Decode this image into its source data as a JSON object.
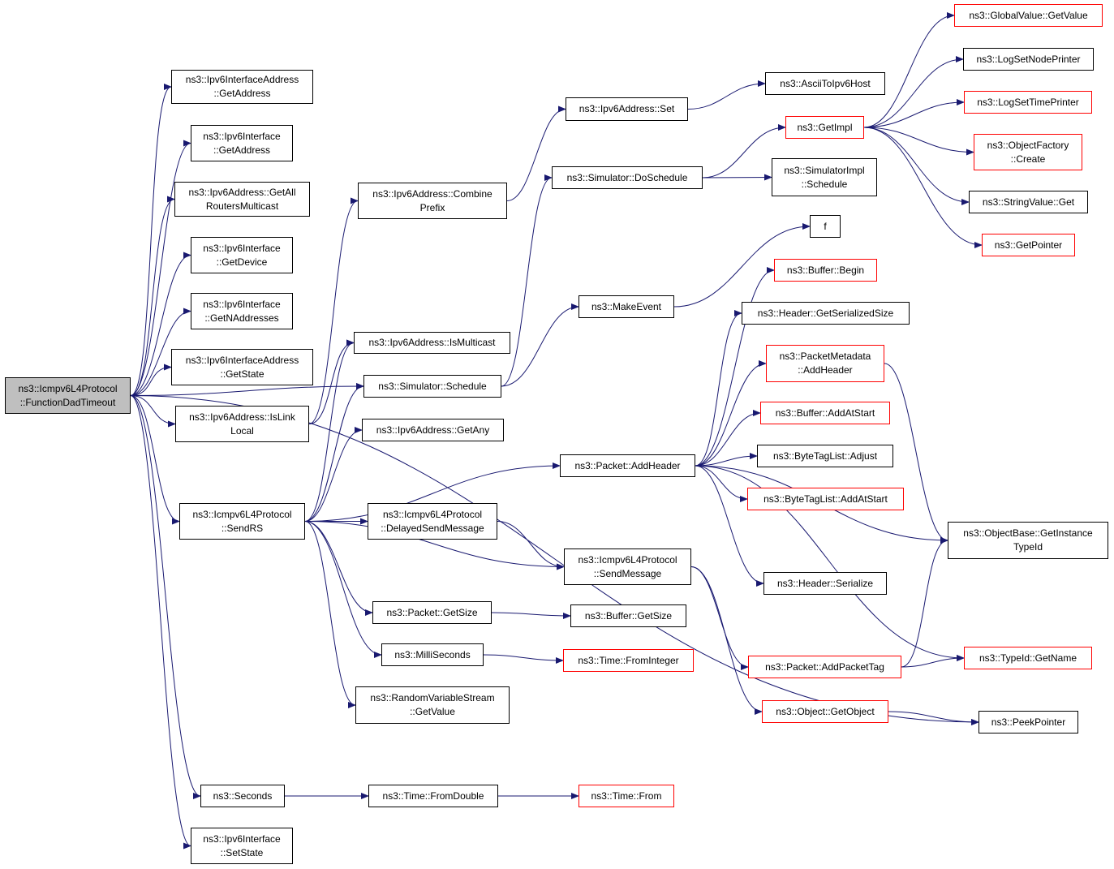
{
  "colors": {
    "edge": "#191970",
    "border": "#000000",
    "border_red": "#ff0000",
    "root_fill": "#bfbfbf"
  },
  "nodes": [
    {
      "id": "root",
      "lines": [
        "ns3::Icmpv6L4Protocol",
        "::FunctionDadTimeout"
      ],
      "root": true
    },
    {
      "id": "ia_getaddress",
      "lines": [
        "ns3::Ipv6InterfaceAddress",
        "::GetAddress"
      ]
    },
    {
      "id": "if_getaddress",
      "lines": [
        "ns3::Ipv6Interface",
        "::GetAddress"
      ]
    },
    {
      "id": "getallrouters",
      "lines": [
        "ns3::Ipv6Address::GetAll",
        "RoutersMulticast"
      ]
    },
    {
      "id": "if_getdevice",
      "lines": [
        "ns3::Ipv6Interface",
        "::GetDevice"
      ]
    },
    {
      "id": "if_getnaddr",
      "lines": [
        "ns3::Ipv6Interface",
        "::GetNAddresses"
      ]
    },
    {
      "id": "ia_getstate",
      "lines": [
        "ns3::Ipv6InterfaceAddress",
        "::GetState"
      ]
    },
    {
      "id": "islinklocal",
      "lines": [
        "ns3::Ipv6Address::IsLink",
        "Local"
      ]
    },
    {
      "id": "sendrs",
      "lines": [
        "ns3::Icmpv6L4Protocol",
        "::SendRS"
      ]
    },
    {
      "id": "seconds",
      "lines": [
        "ns3::Seconds"
      ]
    },
    {
      "id": "if_setstate",
      "lines": [
        "ns3::Ipv6Interface",
        "::SetState"
      ]
    },
    {
      "id": "combineprefix",
      "lines": [
        "ns3::Ipv6Address::Combine",
        "Prefix"
      ]
    },
    {
      "id": "ismulticast",
      "lines": [
        "ns3::Ipv6Address::IsMulticast"
      ]
    },
    {
      "id": "schedule",
      "lines": [
        "ns3::Simulator::Schedule"
      ]
    },
    {
      "id": "getany",
      "lines": [
        "ns3::Ipv6Address::GetAny"
      ]
    },
    {
      "id": "delayedsend",
      "lines": [
        "ns3::Icmpv6L4Protocol",
        "::DelayedSendMessage"
      ]
    },
    {
      "id": "pkt_getsize",
      "lines": [
        "ns3::Packet::GetSize"
      ]
    },
    {
      "id": "milliseconds",
      "lines": [
        "ns3::MilliSeconds"
      ]
    },
    {
      "id": "rvs_getvalue",
      "lines": [
        "ns3::RandomVariableStream",
        "::GetValue"
      ]
    },
    {
      "id": "fromdouble",
      "lines": [
        "ns3::Time::FromDouble"
      ]
    },
    {
      "id": "ipv6addr_set",
      "lines": [
        "ns3::Ipv6Address::Set"
      ]
    },
    {
      "id": "doschedule",
      "lines": [
        "ns3::Simulator::DoSchedule"
      ]
    },
    {
      "id": "makeevent",
      "lines": [
        "ns3::MakeEvent"
      ]
    },
    {
      "id": "addheader",
      "lines": [
        "ns3::Packet::AddHeader"
      ]
    },
    {
      "id": "sendmessage",
      "lines": [
        "ns3::Icmpv6L4Protocol",
        "::SendMessage"
      ]
    },
    {
      "id": "buf_getsize",
      "lines": [
        "ns3::Buffer::GetSize"
      ]
    },
    {
      "id": "frominteger",
      "lines": [
        "ns3::Time::FromInteger"
      ],
      "red": true
    },
    {
      "id": "time_from",
      "lines": [
        "ns3::Time::From"
      ],
      "red": true
    },
    {
      "id": "asciitoipv6",
      "lines": [
        "ns3::AsciiToIpv6Host"
      ]
    },
    {
      "id": "getimpl",
      "lines": [
        "ns3::GetImpl"
      ],
      "red": true
    },
    {
      "id": "simimpl_schedule",
      "lines": [
        "ns3::SimulatorImpl",
        "::Schedule"
      ]
    },
    {
      "id": "f",
      "lines": [
        "f"
      ]
    },
    {
      "id": "buf_begin",
      "lines": [
        "ns3::Buffer::Begin"
      ],
      "red": true
    },
    {
      "id": "getserializedsize",
      "lines": [
        "ns3::Header::GetSerializedSize"
      ]
    },
    {
      "id": "pm_addheader",
      "lines": [
        "ns3::PacketMetadata",
        "::AddHeader"
      ],
      "red": true
    },
    {
      "id": "buf_addatstart",
      "lines": [
        "ns3::Buffer::AddAtStart"
      ],
      "red": true
    },
    {
      "id": "btl_adjust",
      "lines": [
        "ns3::ByteTagList::Adjust"
      ]
    },
    {
      "id": "btl_addatstart",
      "lines": [
        "ns3::ByteTagList::AddAtStart"
      ],
      "red": true
    },
    {
      "id": "hdr_serialize",
      "lines": [
        "ns3::Header::Serialize"
      ]
    },
    {
      "id": "addpackettag",
      "lines": [
        "ns3::Packet::AddPacketTag"
      ],
      "red": true
    },
    {
      "id": "getobject",
      "lines": [
        "ns3::Object::GetObject"
      ],
      "red": true
    },
    {
      "id": "gv_getvalue",
      "lines": [
        "ns3::GlobalValue::GetValue"
      ],
      "red": true
    },
    {
      "id": "logsetnode",
      "lines": [
        "ns3::LogSetNodePrinter"
      ]
    },
    {
      "id": "logsettime",
      "lines": [
        "ns3::LogSetTimePrinter"
      ],
      "red": true
    },
    {
      "id": "objfactory_create",
      "lines": [
        "ns3::ObjectFactory",
        "::Create"
      ],
      "red": true
    },
    {
      "id": "stringvalue_get",
      "lines": [
        "ns3::StringValue::Get"
      ]
    },
    {
      "id": "getpointer",
      "lines": [
        "ns3::GetPointer"
      ],
      "red": true
    },
    {
      "id": "getinstancetypeid",
      "lines": [
        "ns3::ObjectBase::GetInstance",
        "TypeId"
      ]
    },
    {
      "id": "typeid_getname",
      "lines": [
        "ns3::TypeId::GetName"
      ],
      "red": true
    },
    {
      "id": "peekpointer",
      "lines": [
        "ns3::PeekPointer"
      ]
    }
  ],
  "edges": [
    [
      "root",
      "ia_getaddress"
    ],
    [
      "root",
      "if_getaddress"
    ],
    [
      "root",
      "getallrouters"
    ],
    [
      "root",
      "if_getdevice"
    ],
    [
      "root",
      "if_getnaddr"
    ],
    [
      "root",
      "ia_getstate"
    ],
    [
      "root",
      "islinklocal"
    ],
    [
      "root",
      "schedule"
    ],
    [
      "root",
      "sendrs"
    ],
    [
      "root",
      "peekpointer"
    ],
    [
      "root",
      "seconds"
    ],
    [
      "root",
      "if_setstate"
    ],
    [
      "islinklocal",
      "combineprefix"
    ],
    [
      "islinklocal",
      "ismulticast"
    ],
    [
      "sendrs",
      "ismulticast"
    ],
    [
      "sendrs",
      "schedule"
    ],
    [
      "sendrs",
      "getany"
    ],
    [
      "sendrs",
      "addheader"
    ],
    [
      "sendrs",
      "delayedsend"
    ],
    [
      "sendrs",
      "sendmessage"
    ],
    [
      "sendrs",
      "pkt_getsize"
    ],
    [
      "sendrs",
      "milliseconds"
    ],
    [
      "sendrs",
      "rvs_getvalue"
    ],
    [
      "combineprefix",
      "ipv6addr_set"
    ],
    [
      "ipv6addr_set",
      "asciitoipv6"
    ],
    [
      "schedule",
      "doschedule"
    ],
    [
      "schedule",
      "makeevent"
    ],
    [
      "doschedule",
      "getimpl"
    ],
    [
      "doschedule",
      "simimpl_schedule"
    ],
    [
      "makeevent",
      "f"
    ],
    [
      "getimpl",
      "gv_getvalue"
    ],
    [
      "getimpl",
      "logsetnode"
    ],
    [
      "getimpl",
      "logsettime"
    ],
    [
      "getimpl",
      "objfactory_create"
    ],
    [
      "getimpl",
      "stringvalue_get"
    ],
    [
      "getimpl",
      "getpointer"
    ],
    [
      "delayedsend",
      "sendmessage"
    ],
    [
      "pkt_getsize",
      "buf_getsize"
    ],
    [
      "milliseconds",
      "frominteger"
    ],
    [
      "seconds",
      "fromdouble"
    ],
    [
      "fromdouble",
      "time_from"
    ],
    [
      "addheader",
      "buf_begin"
    ],
    [
      "addheader",
      "getserializedsize"
    ],
    [
      "addheader",
      "pm_addheader"
    ],
    [
      "addheader",
      "buf_addatstart"
    ],
    [
      "addheader",
      "btl_adjust"
    ],
    [
      "addheader",
      "btl_addatstart"
    ],
    [
      "addheader",
      "getinstancetypeid"
    ],
    [
      "addheader",
      "hdr_serialize"
    ],
    [
      "addheader",
      "typeid_getname"
    ],
    [
      "pm_addheader",
      "getinstancetypeid"
    ],
    [
      "sendmessage",
      "addpackettag"
    ],
    [
      "sendmessage",
      "getobject"
    ],
    [
      "addpackettag",
      "getinstancetypeid"
    ],
    [
      "addpackettag",
      "typeid_getname"
    ],
    [
      "getobject",
      "peekpointer"
    ]
  ]
}
